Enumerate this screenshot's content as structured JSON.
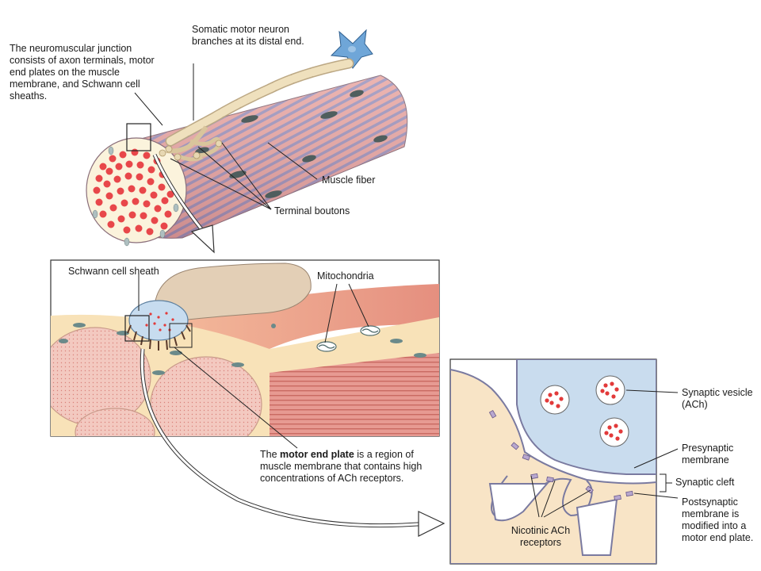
{
  "labels": {
    "nmj_desc": "The neuromuscular junction consists of axon terminals, motor end plates on the muscle membrane, and Schwann cell sheaths.",
    "somatic_motor_neuron": "Somatic motor neuron branches at its distal end.",
    "muscle_fiber": "Muscle fiber",
    "terminal_boutons": "Terminal boutons",
    "schwann_cell_sheath": "Schwann cell sheath",
    "mitochondria": "Mitochondria",
    "motor_end_plate_bold": "motor end plate",
    "motor_end_plate_pre": "The ",
    "motor_end_plate_post": " is a region of muscle membrane that contains high concentrations of ACh receptors.",
    "synaptic_vesicle": "Synaptic vesicle (ACh)",
    "presynaptic_membrane": "Presynaptic membrane",
    "synaptic_cleft": "Synaptic cleft",
    "postsynaptic_membrane": "Postsynaptic membrane is modified into a motor end plate.",
    "nicotinic_receptors": "Nicotinic ACh receptors"
  },
  "colors": {
    "muscle_pink": "#e6a3a3",
    "muscle_stripe": "#8f8fb8",
    "nerve_tan": "#e9d9b8",
    "presynaptic_blue": "#c9dcee",
    "postsynaptic_tan": "#f7e3c6",
    "vesicle_red": "#e23a3a",
    "schwann_beige": "#e6d5bf"
  }
}
